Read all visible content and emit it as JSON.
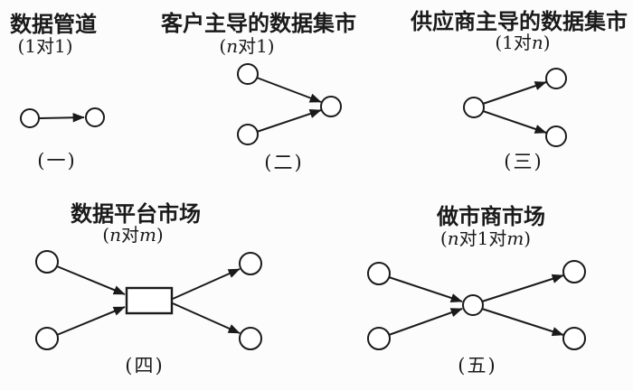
{
  "figure": {
    "background": "#fcfcfc",
    "ink": "#1a1a1a",
    "panels": [
      {
        "title": "数据管道",
        "subtitle": "(1对1)",
        "subtitle_parts": [
          {
            "t": "(1对1)",
            "i": false
          }
        ],
        "caption": "(一)",
        "structure": "one source node with arrow to one sink node"
      },
      {
        "title": "客户主导的数据集市",
        "subtitle": "(n对1)",
        "subtitle_parts": [
          {
            "t": "(",
            "i": false
          },
          {
            "t": "n",
            "i": true
          },
          {
            "t": "对1)",
            "i": false
          }
        ],
        "caption": "(二)",
        "structure": "two source nodes with arrows converging to one sink node"
      },
      {
        "title": "供应商主导的数据集市",
        "subtitle": "(1对n)",
        "subtitle_parts": [
          {
            "t": "(1对",
            "i": false
          },
          {
            "t": "n",
            "i": true
          },
          {
            "t": ")",
            "i": false
          }
        ],
        "caption": "(三)",
        "structure": "one source node with arrows diverging to two sink nodes"
      },
      {
        "title": "数据平台市场",
        "subtitle": "(n对m)",
        "subtitle_parts": [
          {
            "t": "(",
            "i": false
          },
          {
            "t": "n",
            "i": true
          },
          {
            "t": "对",
            "i": false
          },
          {
            "t": "m",
            "i": true
          },
          {
            "t": ")",
            "i": false
          }
        ],
        "caption": "(四)",
        "structure": "two source nodes into a rectangular platform, out to two sink nodes"
      },
      {
        "title": "做市商市场",
        "subtitle": "(n对1对m)",
        "subtitle_parts": [
          {
            "t": "(",
            "i": false
          },
          {
            "t": "n",
            "i": true
          },
          {
            "t": "对1对",
            "i": false
          },
          {
            "t": "m",
            "i": true
          },
          {
            "t": ")",
            "i": false
          }
        ],
        "caption": "(五)",
        "structure": "two source nodes into a central market-maker node, out to two sink nodes"
      }
    ]
  }
}
